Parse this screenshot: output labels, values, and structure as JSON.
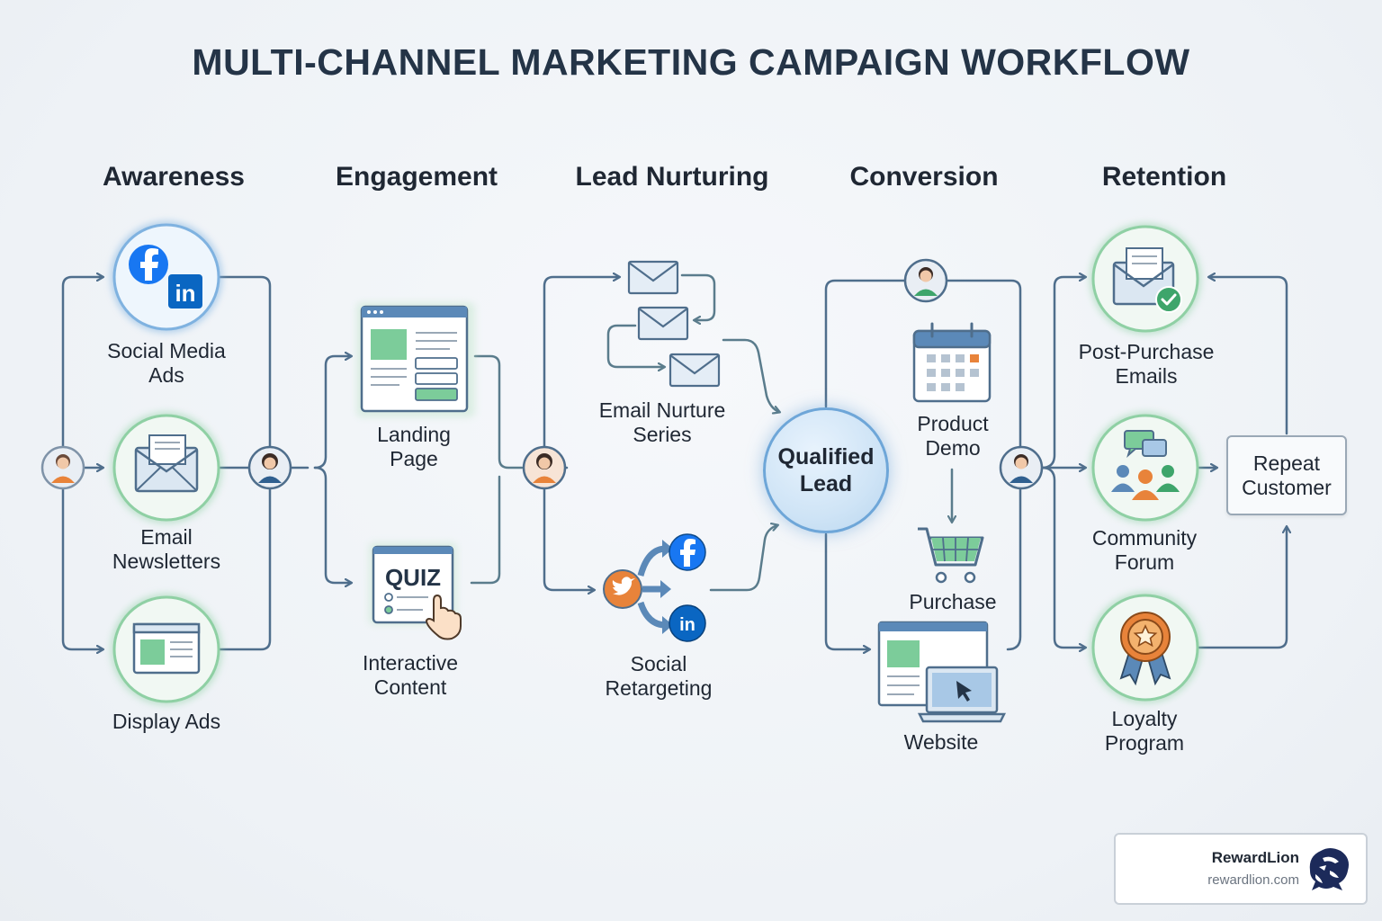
{
  "title": "MULTI-CHANNEL MARKETING CAMPAIGN WORKFLOW",
  "stages": [
    "Awareness",
    "Engagement",
    "Lead Nurturing",
    "Conversion",
    "Retention"
  ],
  "nodes": {
    "social_media_ads": [
      "Social Media",
      "Ads"
    ],
    "email_newsletters": [
      "Email",
      "Newsletters"
    ],
    "display_ads": "Display Ads",
    "landing_page": [
      "Landing",
      "Page"
    ],
    "interactive_content": [
      "Interactive",
      "Content"
    ],
    "quiz_text": "QUIZ",
    "email_nurture_series": [
      "Email Nurture",
      "Series"
    ],
    "social_retargeting": [
      "Social",
      "Retargeting"
    ],
    "qualified_lead": [
      "Qualified",
      "Lead"
    ],
    "product_demo": [
      "Product",
      "Demo"
    ],
    "purchase": "Purchase",
    "website": "Website",
    "post_purchase_emails": [
      "Post-Purchase",
      "Emails"
    ],
    "community_forum": [
      "Community",
      "Forum"
    ],
    "loyalty_program": [
      "Loyalty",
      "Program"
    ],
    "repeat_customer": [
      "Repeat",
      "Customer"
    ]
  },
  "brand": {
    "name": "RewardLion",
    "url": "rewardlion.com"
  },
  "colors": {
    "connector": "#4f6e8c",
    "circle_blue": "#7fb2e0",
    "circle_green": "#8fd0a4",
    "title": "#243447",
    "facebook": "#1877f2",
    "linkedin": "#0a66c2",
    "twitter": "#e8833a"
  },
  "icons": [
    "person-icon",
    "facebook-icon",
    "linkedin-icon",
    "envelope-icon",
    "browser-icon",
    "quiz-icon",
    "hand-pointer-icon",
    "twitter-icon",
    "calendar-icon",
    "cart-icon",
    "laptop-icon",
    "chat-people-icon",
    "medal-icon",
    "lion-logo-icon"
  ]
}
